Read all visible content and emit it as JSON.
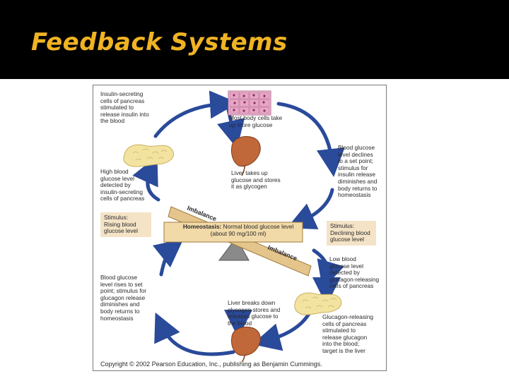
{
  "slide": {
    "title": "Feedback Systems"
  },
  "diagram": {
    "labels": {
      "insulin_secreting": "Insulin-secreting\ncells of pancreas\nstimulated to\nrelease insulin into\nthe blood",
      "body_cells": "Most body cells take\nup more glucose",
      "high_glucose": "High blood\nglucose level\ndetected by\ninsulin-secreting\ncells of pancreas",
      "liver_takes_up": "Liver takes up\nglucose and stores\nit as glycogen",
      "glucose_declines": "Blood glucose\nlevel declines\nto a set point;\nstimulus for\ninsulin release\ndiminishes and\nbody returns to\nhomeostasis",
      "low_glucose": "Low blood\nglucose level\ndetected by\nglucagon-releasing\ncells of pancreas",
      "glucose_rises": "Blood glucose\nlevel rises to set\npoint; stimulus for\nglucagon release\ndiminishes and\nbody returns to\nhomeostasis",
      "liver_breaks_down": "Liver breaks down\nglycogen stores and\nreleases glucose to\nthe blood",
      "glucagon_releasing": "Glucagon-releasing\ncells of pancreas\nstimulated to\nrelease glucagon\ninto the blood;\ntarget is the liver"
    },
    "stimulus_rising": "Stimulus:\nRising blood\nglucose level",
    "stimulus_declining": "Stimulus:\nDeclining blood\nglucose level",
    "homeostasis_prefix": "Homeostasis:",
    "homeostasis_text": "Normal blood glucose level",
    "homeostasis_sub": "(about 90 mg/100 ml)",
    "imbalance_top": "Imbalance",
    "imbalance_bottom": "Imbalance",
    "copyright": "Copyright © 2002 Pearson Education, Inc., publishing as Benjamin Cummings.",
    "colors": {
      "arrow": "#2a4a9a",
      "stimulus_box": "#f4e3c6",
      "seesaw_plank": "#f1d9a8",
      "liver": "#c0683a",
      "pancreas": "#f3e3a0",
      "cells": "#e7a6c6",
      "fulcrum": "#8a8a8a"
    }
  }
}
